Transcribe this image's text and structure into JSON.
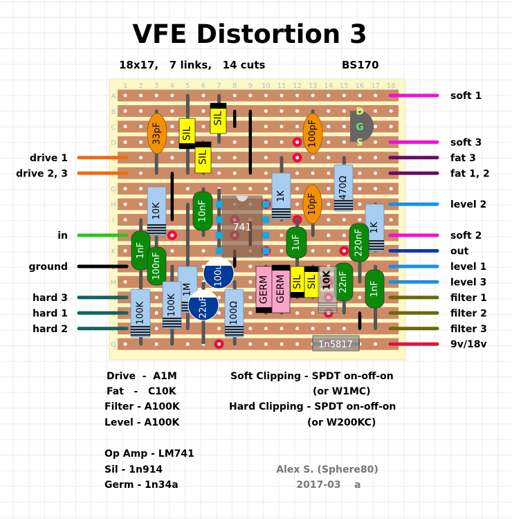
{
  "title": "VFE Distortion 3",
  "subtitle": "18x17,   7 links,   14 cuts",
  "transistor_label": "BS170",
  "transistor_pins": [
    "D",
    "G",
    "S"
  ],
  "columns": [
    "1",
    "2",
    "3",
    "4",
    "5",
    "6",
    "7",
    "8",
    "9",
    "10",
    "11",
    "12",
    "13",
    "14",
    "15",
    "16",
    "17",
    "18"
  ],
  "rows": [
    "A",
    "B",
    "C",
    "D",
    "E",
    "F",
    "G",
    "H",
    "I",
    "J",
    "K",
    "L",
    "M",
    "N",
    "O",
    "P",
    "Q"
  ],
  "colors": {
    "strip": "#cd8a66",
    "board": "#fdf8c8",
    "resistor": "#a8cdf0",
    "film_cap": "#0a8a0a",
    "ceramic_cap": "#f39200",
    "electrolytic": "#003a96",
    "sil_diode": "#ffff00",
    "germ_diode": "#f9a3c9",
    "cut": "#e8103a"
  },
  "left_wires": [
    {
      "label": "drive 1",
      "color": "#f06a10"
    },
    {
      "label": "drive 2, 3",
      "color": "#f06a10"
    },
    {
      "label": "in",
      "color": "#2bc422"
    },
    {
      "label": "ground",
      "color": "#000000"
    },
    {
      "label": "hard 3",
      "color": "#0f6464"
    },
    {
      "label": "hard 1",
      "color": "#0f6464"
    },
    {
      "label": "hard 2",
      "color": "#0f6464"
    }
  ],
  "right_wires": [
    {
      "label": "soft 1",
      "color": "#f010d8"
    },
    {
      "label": "soft 3",
      "color": "#f010d8"
    },
    {
      "label": "fat 3",
      "color": "#6a0a6a"
    },
    {
      "label": "fat 1, 2",
      "color": "#6a0a6a"
    },
    {
      "label": "level 2",
      "color": "#1a90e8"
    },
    {
      "label": "soft 2",
      "color": "#f010d8"
    },
    {
      "label": "out",
      "color": "#0a3ab0"
    },
    {
      "label": "level 1",
      "color": "#1a90e8"
    },
    {
      "label": "level 3",
      "color": "#1a90e8"
    },
    {
      "label": "filter 1",
      "color": "#6a6a00"
    },
    {
      "label": "filter 2",
      "color": "#6a6a00"
    },
    {
      "label": "filter 3",
      "color": "#6a6a00"
    },
    {
      "label": "9v/18v",
      "color": "#e8103a"
    }
  ],
  "components": [
    {
      "label": "33pF",
      "type": "ceramic-capacitor"
    },
    {
      "label": "SIL",
      "type": "sil-diode"
    },
    {
      "label": "SIL",
      "type": "sil-diode"
    },
    {
      "label": "SIL",
      "type": "sil-diode"
    },
    {
      "label": "100pF",
      "type": "ceramic-capacitor"
    },
    {
      "label": "10K",
      "type": "resistor"
    },
    {
      "label": "10nF",
      "type": "film-capacitor"
    },
    {
      "label": "1K",
      "type": "resistor"
    },
    {
      "label": "10pF",
      "type": "ceramic-capacitor"
    },
    {
      "label": "470Ω",
      "type": "resistor"
    },
    {
      "label": "1K",
      "type": "resistor"
    },
    {
      "label": "1uF",
      "type": "film-capacitor"
    },
    {
      "label": "220nF",
      "type": "film-capacitor"
    },
    {
      "label": "1nF",
      "type": "film-capacitor"
    },
    {
      "label": "100nF",
      "type": "film-capacitor"
    },
    {
      "label": "1M",
      "type": "resistor"
    },
    {
      "label": "100K",
      "type": "resistor"
    },
    {
      "label": "100K",
      "type": "resistor"
    },
    {
      "label": "100Ω",
      "type": "resistor"
    },
    {
      "label": "GERM",
      "type": "germ-diode"
    },
    {
      "label": "GERM",
      "type": "germ-diode"
    },
    {
      "label": "SIL",
      "type": "sil-diode"
    },
    {
      "label": "SIL",
      "type": "sil-diode"
    },
    {
      "label": "22nF",
      "type": "film-capacitor"
    },
    {
      "label": "1nF",
      "type": "film-capacitor"
    },
    {
      "label": "100u",
      "type": "electrolytic-capacitor"
    },
    {
      "label": "22uF",
      "type": "electrolytic-capacitor"
    },
    {
      "label": "10K",
      "type": "trimmer-resistor"
    },
    {
      "label": "1n5817",
      "type": "schottky-diode"
    },
    {
      "label": "741",
      "type": "op-amp-ic"
    }
  ],
  "notes_left": [
    "Drive  -  A1M",
    "Fat   -   C10K",
    "Filter - A100K",
    "Level - A100K"
  ],
  "notes_right": [
    "Soft Clipping - SPDT on-off-on",
    "(or W1MC)",
    "Hard Clipping - SPDT on-off-on",
    "(or W200KC)"
  ],
  "parts": [
    "Op Amp - LM741",
    "Sil - 1n914",
    "Germ - 1n34a"
  ],
  "author": "Alex S. (Sphere80)",
  "date": "2017-03    a"
}
